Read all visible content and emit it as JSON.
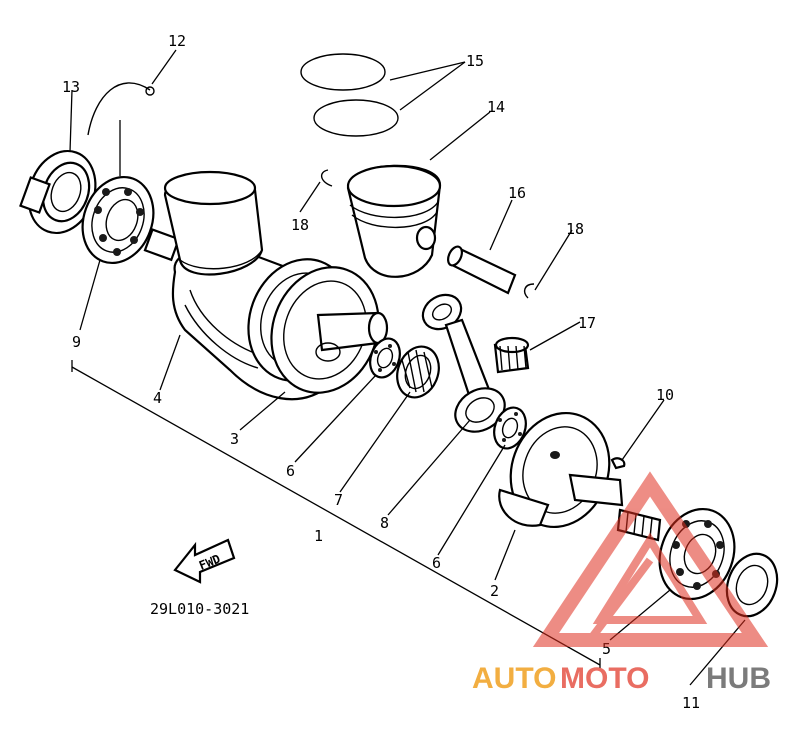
{
  "diagram": {
    "catalog_code": "29L010-3021",
    "fwd_label": "FWD",
    "callouts": [
      "1",
      "2",
      "3",
      "4",
      "5",
      "6",
      "6",
      "7",
      "8",
      "9",
      "10",
      "11",
      "12",
      "13",
      "14",
      "15",
      "16",
      "17",
      "18",
      "18"
    ]
  },
  "watermark": {
    "word_a": "AUTO",
    "word_b": "MOTO",
    "word_c": "HUB",
    "colors": {
      "primary": "#f0a020",
      "accent": "#e03020",
      "dark": "#444444"
    }
  }
}
